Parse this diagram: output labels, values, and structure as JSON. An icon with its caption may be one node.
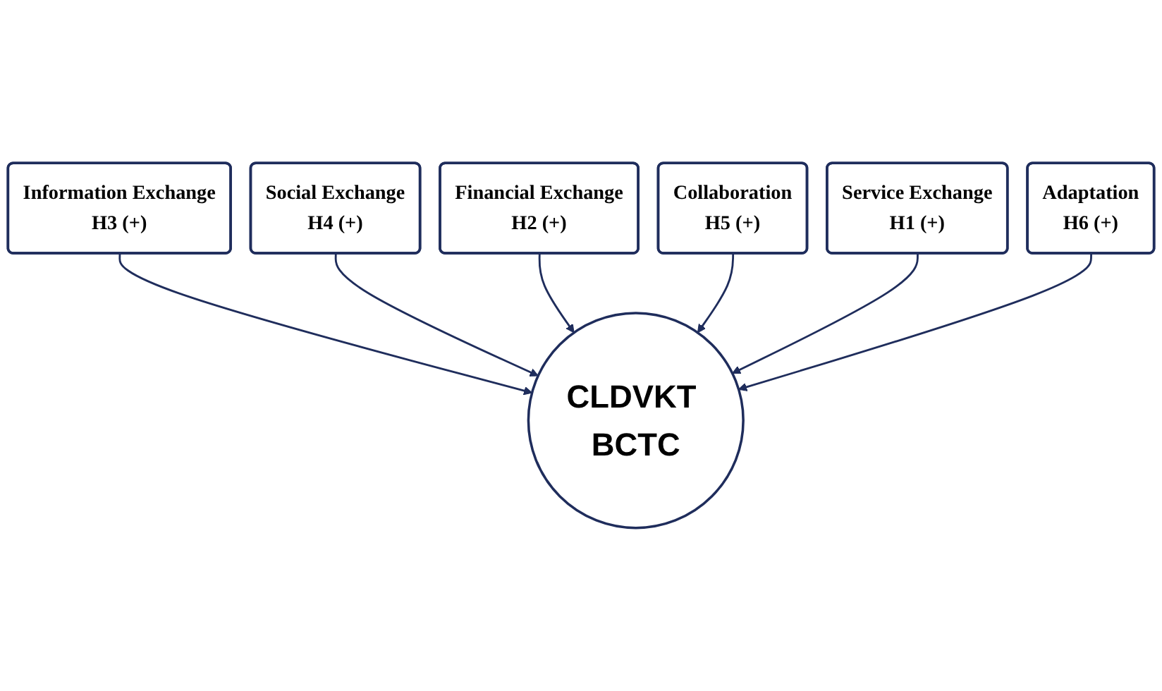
{
  "diagram": {
    "nodes": [
      {
        "text": [
          "Information Exchange",
          "H3 (+)"
        ]
      },
      {
        "text": [
          "Social Exchange",
          "H4 (+)"
        ]
      },
      {
        "text": [
          "Financial Exchange",
          "H2 (+)"
        ]
      },
      {
        "text": [
          "Collaboration",
          "H5 (+)"
        ]
      },
      {
        "text": [
          "Service Exchange",
          "H1 (+)"
        ]
      },
      {
        "text": [
          "CLDVKT BCTC"
        ]
      },
      {
        "text": [
          "Adaptation",
          "H6 (+)"
        ]
      }
    ],
    "edges": [
      {
        "from": 0,
        "to": 5,
        "arrow": "to"
      },
      {
        "from": 1,
        "to": 5,
        "arrow": "to"
      },
      {
        "from": 2,
        "to": 5,
        "arrow": "to"
      },
      {
        "from": 3,
        "to": 5,
        "arrow": "to"
      },
      {
        "from": 4,
        "to": 5,
        "arrow": "to"
      },
      {
        "from": 6,
        "to": 5,
        "arrow": "to"
      }
    ]
  }
}
